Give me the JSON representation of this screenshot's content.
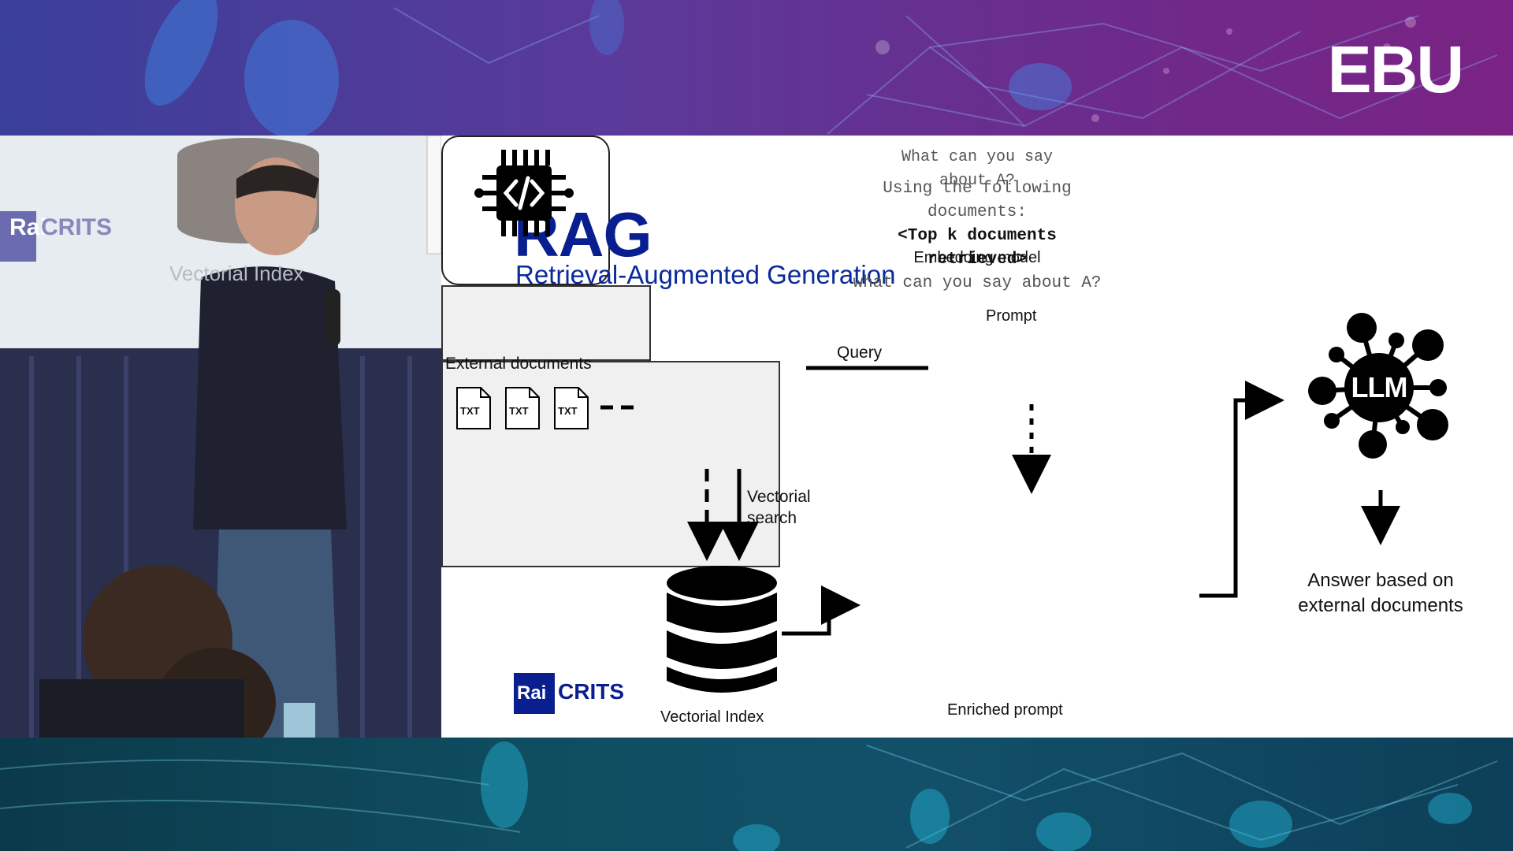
{
  "overlay": {
    "logo_text": "EBU"
  },
  "colors": {
    "title": "#0a1f8f",
    "accent_top": "#6e2a8a",
    "accent_bottom": "#0f4d60"
  },
  "background_slide": {
    "logo_text": "CRITS",
    "rai_text": "Rai",
    "caption": "Vectorial Index"
  },
  "slide": {
    "title": "RAG",
    "subtitle": "Retrieval-Augmented Generation",
    "external_documents_label": "External documents",
    "file_icon_text": "TXT",
    "embedding_model_label": "Embedding model",
    "query_label": "Query",
    "prompt_label": "Prompt",
    "prompt_text_line1": "What can you say",
    "prompt_text_line2": "about A?",
    "vectorial_search_line1": "Vectorial",
    "vectorial_search_line2": "search",
    "vectorial_index_label": "Vectorial Index",
    "enriched_line1": "Using the following",
    "enriched_line2": "documents:",
    "enriched_line3": "<Top k documents",
    "enriched_line4": "retrieved>",
    "enriched_line5": "what can you say about A?",
    "enriched_prompt_label": "Enriched prompt",
    "llm_label": "LLM",
    "answer_line1": "Answer based on",
    "answer_line2": "external documents",
    "logo_rai": "Rai",
    "logo_crits": "CRITS"
  }
}
